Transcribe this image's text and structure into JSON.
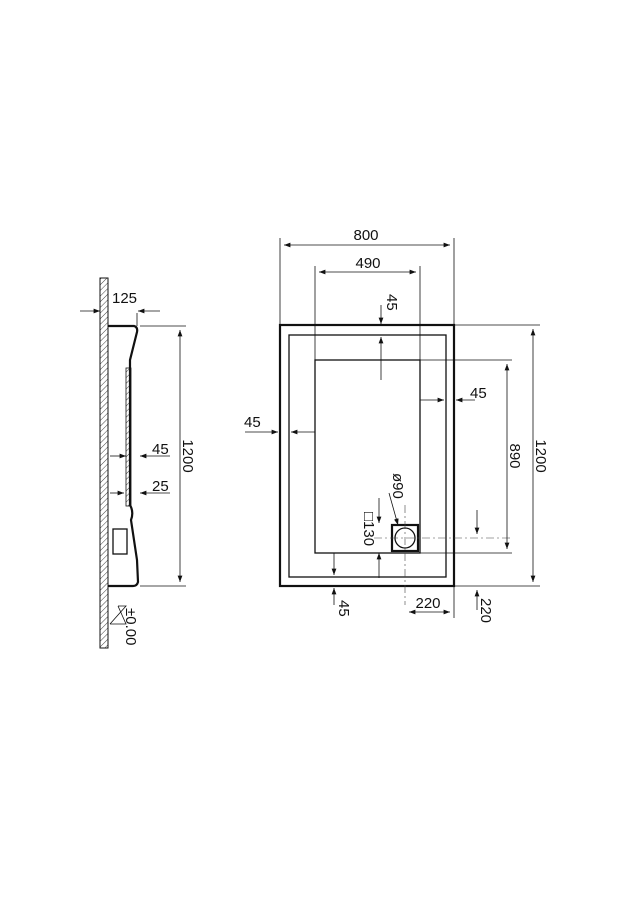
{
  "drawing": {
    "side_view": {
      "dim_offset": "125",
      "dim_height": "1200",
      "dim_45": "45",
      "dim_25": "25",
      "level": "±0.00"
    },
    "plan_view": {
      "dim_width": "800",
      "dim_inner_width": "490",
      "dim_top_rim": "45",
      "dim_right_rim": "45",
      "dim_left_rim": "45",
      "dim_bottom_rim": "45",
      "dim_inner_height": "890",
      "dim_height": "1200",
      "dim_drain_x": "220",
      "dim_drain_y": "220",
      "drain_diameter": "ø90",
      "drain_square": "□130"
    }
  }
}
